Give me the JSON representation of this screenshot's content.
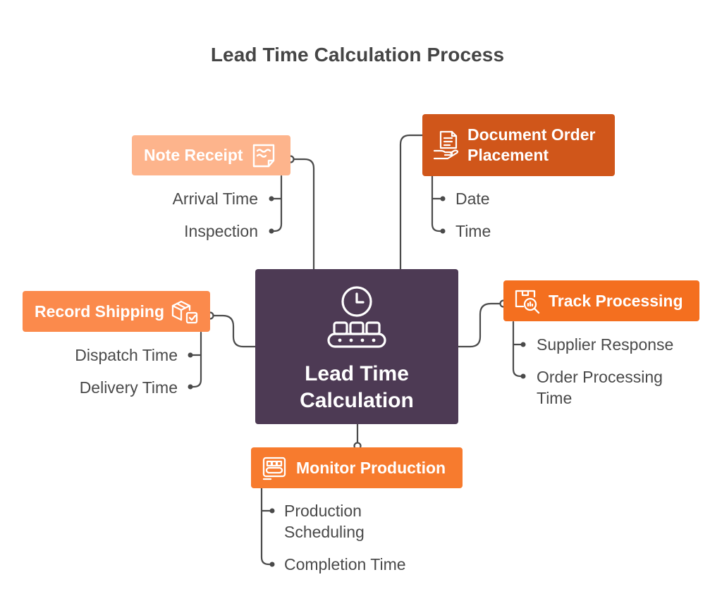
{
  "title": "Lead Time Calculation Process",
  "colors": {
    "center": "#4d3a54",
    "note_receipt": "#fdb48c",
    "document_order": "#d0561a",
    "record_shipping": "#fb8a4c",
    "track_processing": "#f46f1f",
    "monitor_production": "#f77b2e",
    "connector": "#4a4a4a",
    "text": "#4a4a4a"
  },
  "center": {
    "label_line1": "Lead Time",
    "label_line2": "Calculation",
    "icons": [
      "clock-icon",
      "conveyor-belt-icon"
    ]
  },
  "nodes": {
    "note_receipt": {
      "label": "Note Receipt",
      "icon": "receipt-icon",
      "items": [
        "Arrival Time",
        "Inspection"
      ]
    },
    "document_order": {
      "label_line1": "Document Order",
      "label_line2": "Placement",
      "icon": "document-hand-icon",
      "items": [
        "Date",
        "Time"
      ]
    },
    "record_shipping": {
      "label": "Record Shipping",
      "icon": "shipping-box-icon",
      "items": [
        "Dispatch Time",
        "Delivery Time"
      ]
    },
    "track_processing": {
      "label": "Track Processing",
      "icon": "magnifier-box-icon",
      "items": [
        "Supplier Response",
        "Order Processing",
        "Time"
      ]
    },
    "monitor_production": {
      "label": "Monitor Production",
      "icon": "production-line-icon",
      "items": [
        "Production",
        "Scheduling",
        "Completion Time"
      ]
    }
  }
}
